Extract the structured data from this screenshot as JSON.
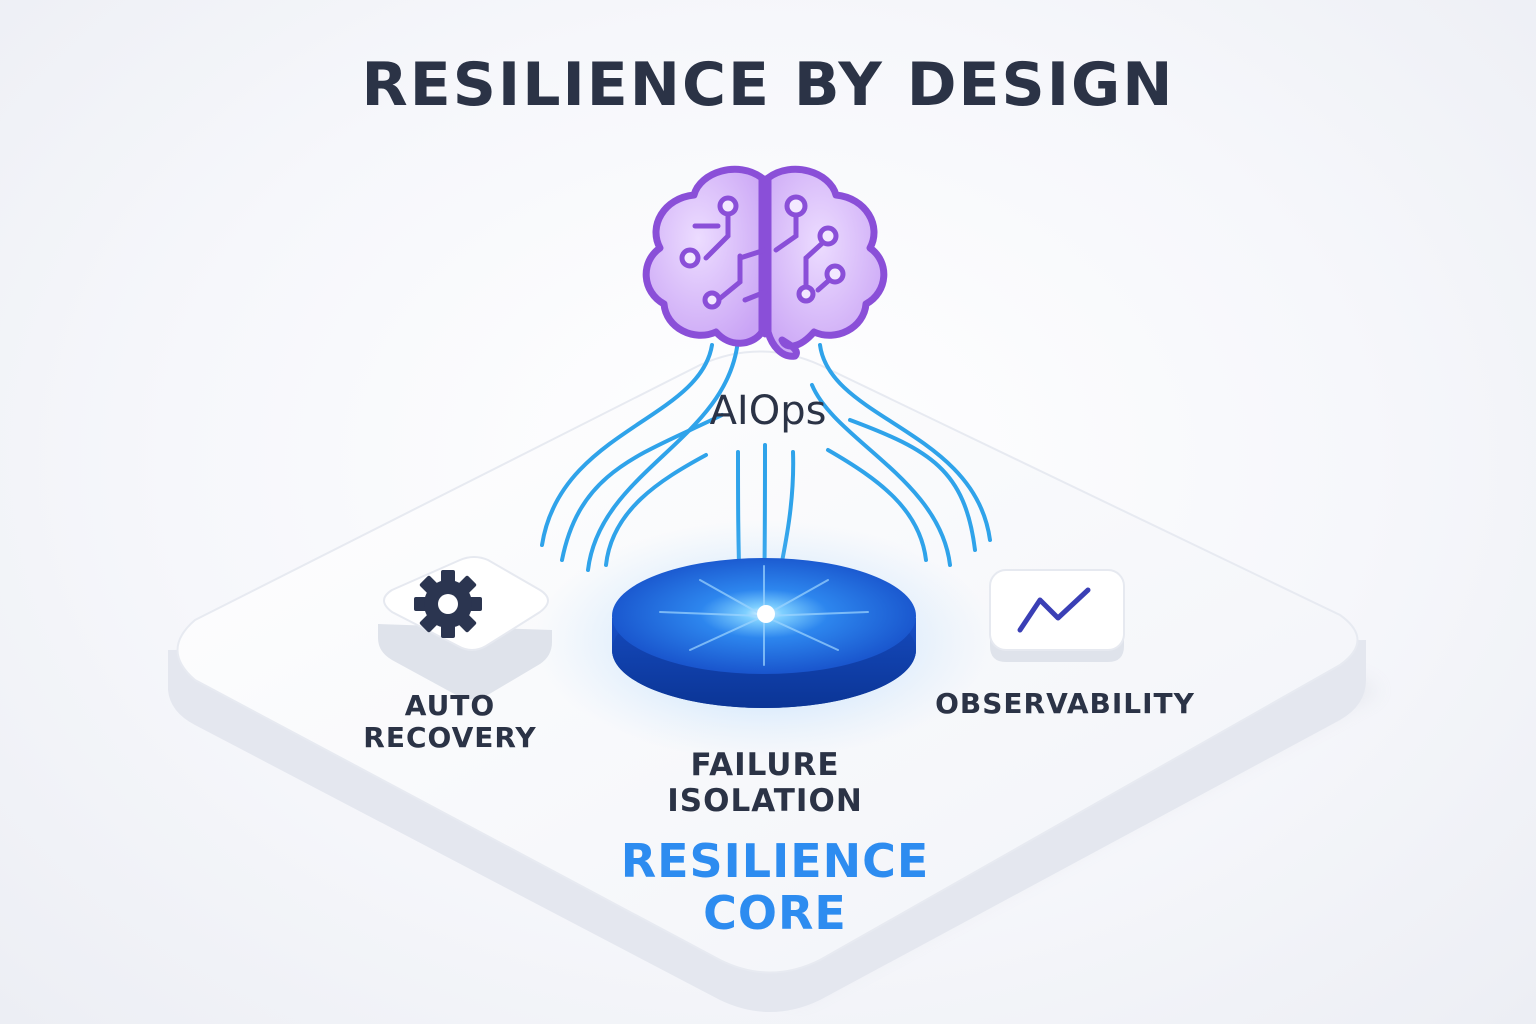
{
  "title": "RESILIENCE BY DESIGN",
  "aiops": {
    "label": "AIOps",
    "icon": "brain-circuit-icon"
  },
  "auto_recovery": {
    "line1": "AUTO",
    "line2": "RECOVERY",
    "icon": "gear-icon"
  },
  "observability": {
    "label": "OBSERVABILITY",
    "icon": "trend-line-icon"
  },
  "failure_isolation": {
    "line1": "FAILURE",
    "line2": "ISOLATION"
  },
  "resilience_core": {
    "line1": "RESILIENCE",
    "line2": "CORE"
  },
  "colors": {
    "title": "#2b3346",
    "core_text": "#2d8cf0",
    "brain": "#8a4fd8",
    "brain_fill": "#d3b5f7",
    "lines": "#2fa3ea",
    "disc_top": "#1d63d8",
    "disc_side": "#0e3fa6",
    "icon_dark": "#2b3550",
    "trend": "#3a3fb5"
  }
}
